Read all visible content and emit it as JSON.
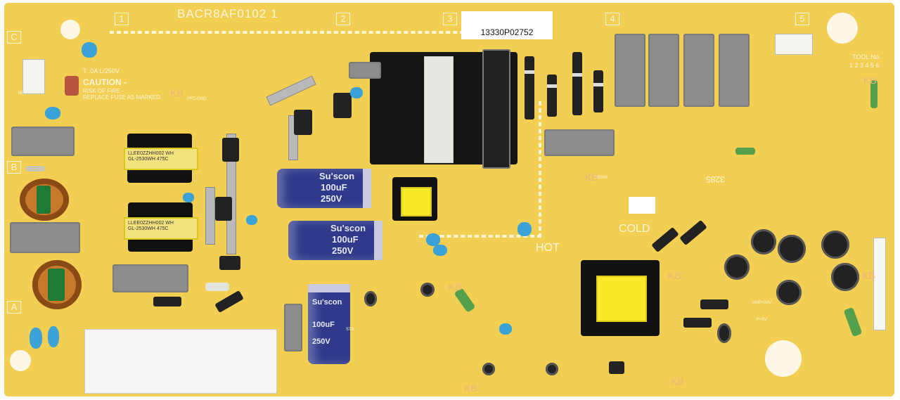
{
  "board": {
    "part_number": "BACR8AF0102 1",
    "sticker_code": "13330P02752",
    "caution_title": "CAUTION -",
    "caution_line1": "RISK OF FIRE -",
    "caution_line2": "REPLACE FUSE AS MARKED",
    "fuse_rating": "T  .0A L/250V",
    "neutral_label": "NEUTRAL",
    "cold_label": "COLD",
    "hot_label": "HOT",
    "tool_label": "TOOL No.",
    "tool_numbers": "1 2 3 4 5 6",
    "section_numbers": [
      "1",
      "2",
      "3",
      "4",
      "5"
    ],
    "section_letters": [
      "C",
      "B",
      "A"
    ],
    "kb_mark": "KB",
    "code_3285": "3285",
    "colors": {
      "board": "#f2cf52",
      "silkscreen": "#fbf6dc",
      "capacitor_blue": "#2f3a8a",
      "coil_yellow": "#f6ea2a",
      "ceramic_blue": "#3aa2d6",
      "relay_grey": "#8d8d8c"
    }
  },
  "coils": [
    {
      "line1": "LLEE0ZZHH002  WH",
      "line2": "GL-2530WH  475C"
    },
    {
      "line1": "LLEE0ZZHH002  WH",
      "line2": "GL-2530WH  475C"
    }
  ],
  "capacitors": [
    {
      "brand": "Su'scon",
      "value": "100uF",
      "voltage": "250V"
    },
    {
      "brand": "Su'scon",
      "value": "100uF",
      "voltage": "250V"
    },
    {
      "brand": "Su'scon",
      "value": "100uF",
      "voltage": "250V"
    }
  ],
  "silk_tags": {
    "pfc_gnd": "PFC-GND",
    "stb": "STB",
    "pdsw": "PDSW",
    "amp": "AMP+24V",
    "p5v": "P+5V"
  }
}
